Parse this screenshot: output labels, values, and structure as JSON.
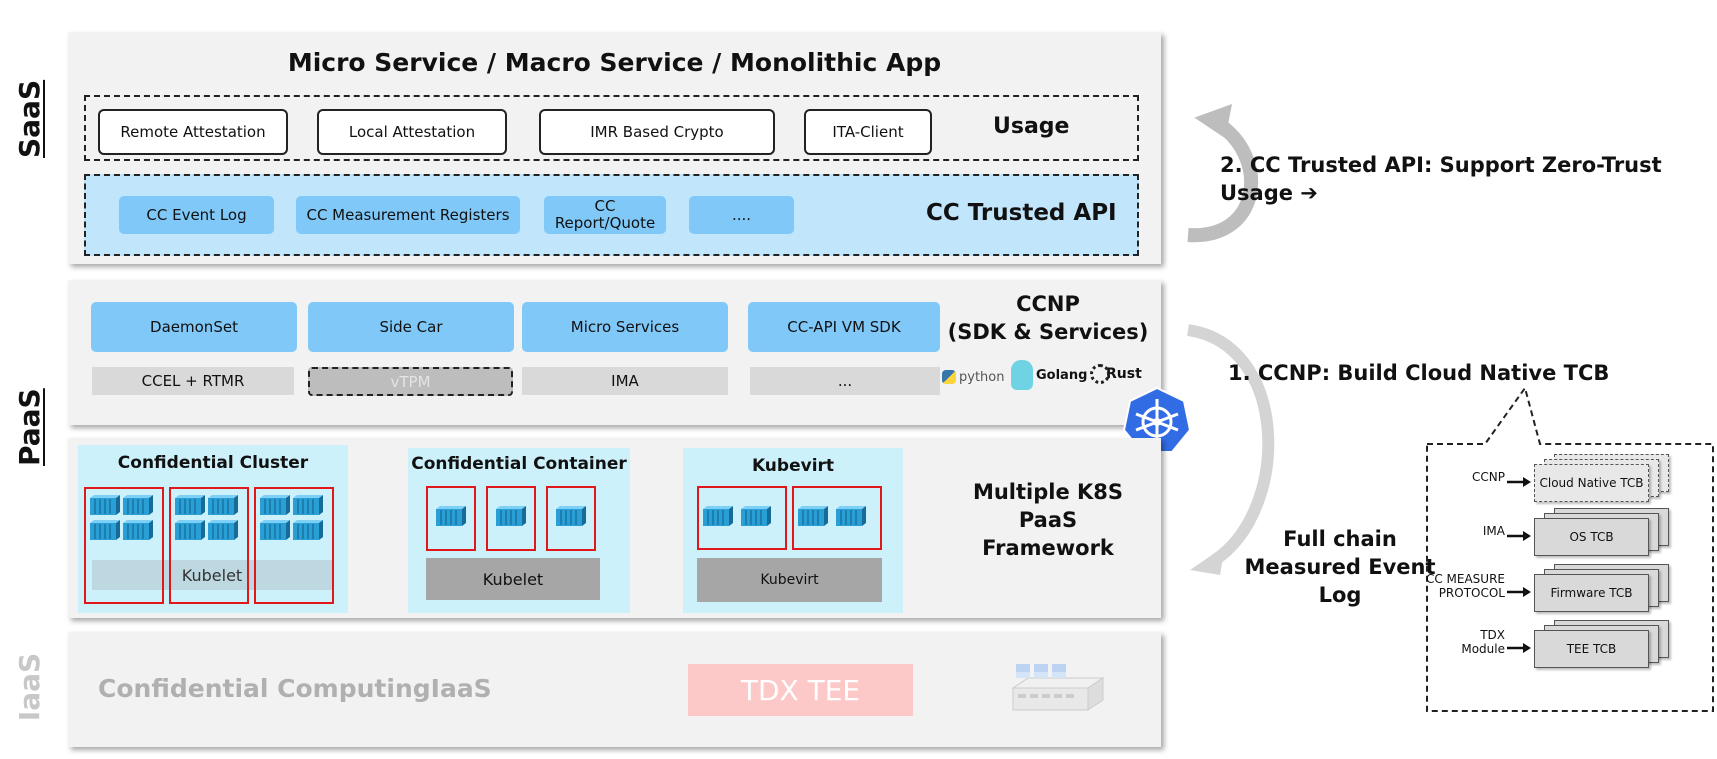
{
  "layers": {
    "saas": "SaaS",
    "paas": "PaaS",
    "iaas": "IaaS"
  },
  "saas_panel": {
    "title": "Micro Service / Macro Service / Monolithic App",
    "usage_label": "Usage",
    "usage_items": [
      "Remote Attestation",
      "Local Attestation",
      "IMR Based Crypto",
      "ITA-Client"
    ],
    "api_label": "CC Trusted API",
    "api_items": [
      "CC Event Log",
      "CC Measurement Registers",
      "CC Report/Quote",
      "...."
    ]
  },
  "ccnp_panel": {
    "title_line1": "CCNP",
    "title_line2": "(SDK & Services)",
    "top_items": [
      "DaemonSet",
      "Side Car",
      "Micro Services",
      "CC-API VM SDK"
    ],
    "bottom_items": [
      "CCEL + RTMR",
      "vTPM",
      "IMA",
      "..."
    ],
    "langs": [
      "python",
      "Golang",
      "Rust"
    ]
  },
  "k8s_panel": {
    "title_lines": [
      "Multiple K8S",
      "PaaS",
      "Framework"
    ],
    "clusters": [
      {
        "title": "Confidential Cluster",
        "base": "Kubelet"
      },
      {
        "title": "Confidential Container",
        "base": "Kubelet"
      },
      {
        "title": "Kubevirt",
        "base": "Kubevirt"
      }
    ]
  },
  "iaas_panel": {
    "title": "Confidential ComputingIaaS",
    "tee": "TDX TEE"
  },
  "right": {
    "api_note_line1": "2. CC Trusted API: Support Zero-Trust",
    "api_note_line2": "Usage ➔",
    "ccnp_note": "1. CCNP: Build Cloud Native TCB",
    "full_chain": [
      "Full chain",
      "Measured Event",
      "Log"
    ],
    "tcb_rows": [
      {
        "label": "CCNP",
        "box": "Cloud Native TCB"
      },
      {
        "label": "IMA",
        "box": "OS TCB"
      },
      {
        "label": "CC MEASURE PROTOCOL",
        "box": "Firmware TCB"
      },
      {
        "label": "TDX Module",
        "box": "TEE TCB"
      }
    ]
  },
  "colors": {
    "panel": "#f2f2f2",
    "api_bg": "#c1e5fb",
    "blue_button": "#7fc8f8",
    "cluster_bg": "#cdf1fb",
    "container_red": "#e0181b",
    "tee_pink": "#fcc8c8",
    "k8s_blue": "#326ce5"
  }
}
